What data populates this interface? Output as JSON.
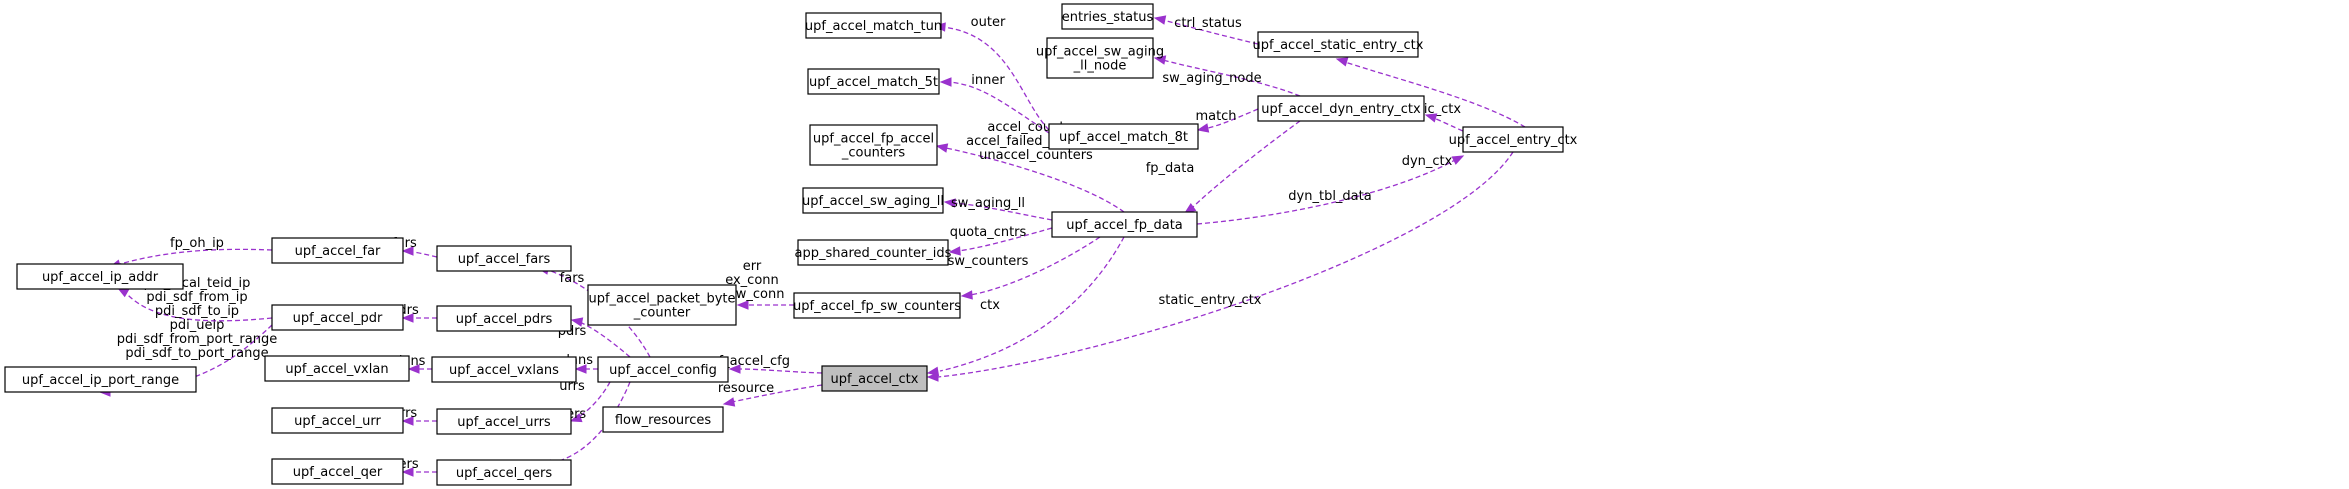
{
  "nodes": {
    "ip_addr": [
      "upf_accel_ip_addr"
    ],
    "ip_port_range": [
      "upf_accel_ip_port_range"
    ],
    "far": [
      "upf_accel_far"
    ],
    "pdr": [
      "upf_accel_pdr"
    ],
    "vxlan": [
      "upf_accel_vxlan"
    ],
    "urr": [
      "upf_accel_urr"
    ],
    "qer": [
      "upf_accel_qer"
    ],
    "fars": [
      "upf_accel_fars"
    ],
    "pdrs": [
      "upf_accel_pdrs"
    ],
    "vxlans": [
      "upf_accel_vxlans"
    ],
    "urrs": [
      "upf_accel_urrs"
    ],
    "qers": [
      "upf_accel_qers"
    ],
    "config": [
      "upf_accel_config"
    ],
    "pkt_byte_counter": [
      "upf_accel_packet_byte",
      "_counter"
    ],
    "flow_resources": [
      "flow_resources"
    ],
    "fp_sw_counters": [
      "upf_accel_fp_sw_counters"
    ],
    "ctx": [
      "upf_accel_ctx"
    ],
    "match_tun": [
      "upf_accel_match_tun"
    ],
    "match_5t": [
      "upf_accel_match_5t"
    ],
    "fp_accel_counters": [
      "upf_accel_fp_accel",
      "_counters"
    ],
    "sw_aging_ll": [
      "upf_accel_sw_aging_ll"
    ],
    "app_shared_counter_ids": [
      "app_shared_counter_ids"
    ],
    "fp_data": [
      "upf_accel_fp_data"
    ],
    "match_8t": [
      "upf_accel_match_8t"
    ],
    "sw_aging_ll_node": [
      "upf_accel_sw_aging",
      "_ll_node"
    ],
    "entries_status": [
      "entries_status"
    ],
    "static_entry_ctx": [
      "upf_accel_static_entry_ctx"
    ],
    "dyn_entry_ctx": [
      "upf_accel_dyn_entry_ctx"
    ],
    "entry_ctx": [
      "upf_accel_entry_ctx"
    ]
  },
  "edges": {
    "fp_oh_ip": [
      "fp_oh_ip"
    ],
    "pdr_ip": [
      "pdi_local_teid_ip",
      "pdi_sdf_from_ip",
      "pdi_sdf_to_ip",
      "pdi_ueip"
    ],
    "pdr_port": [
      "pdi_sdf_from_port_range",
      "pdi_sdf_to_port_range"
    ],
    "arr_fars": [
      "arr_fars"
    ],
    "arr_pdrs": [
      "arr_pdrs"
    ],
    "arr_vxlans": [
      "arr_vxlans"
    ],
    "arr_urrs": [
      "arr_urrs"
    ],
    "arr_qers": [
      "arr_qers"
    ],
    "fars": [
      "fars"
    ],
    "pdrs": [
      "pdrs"
    ],
    "vxlans": [
      "vxlans"
    ],
    "urrs": [
      "urrs"
    ],
    "qers": [
      "qers"
    ],
    "upf_accel_cfg": [
      "upf_accel_cfg"
    ],
    "resource": [
      "resource"
    ],
    "pkt_counters": [
      "err",
      "ex_conn",
      "new_conn"
    ],
    "ctx": [
      "ctx"
    ],
    "static_entry_ctx": [
      "static_entry_ctx"
    ],
    "outer": [
      "outer"
    ],
    "inner": [
      "inner"
    ],
    "accel_counters": [
      "accel_counters",
      "accel_failed_counters",
      "unaccel_counters"
    ],
    "sw_aging_ll": [
      "sw_aging_ll"
    ],
    "quota_cntrs": [
      "quota_cntrs"
    ],
    "sw_counters": [
      "sw_counters"
    ],
    "match": [
      "match"
    ],
    "sw_aging_node": [
      "sw_aging_node"
    ],
    "ctrl_status": [
      "ctrl_status"
    ],
    "fp_data": [
      "fp_data"
    ],
    "dyn_tbl_data": [
      "dyn_tbl_data"
    ],
    "static_ctx": [
      "static_ctx"
    ],
    "dyn_ctx": [
      "dyn_ctx"
    ]
  },
  "colors": {
    "edge": "#9a32cd",
    "highlight_fill": "#bfbfbf",
    "node_stroke": "#000000"
  }
}
